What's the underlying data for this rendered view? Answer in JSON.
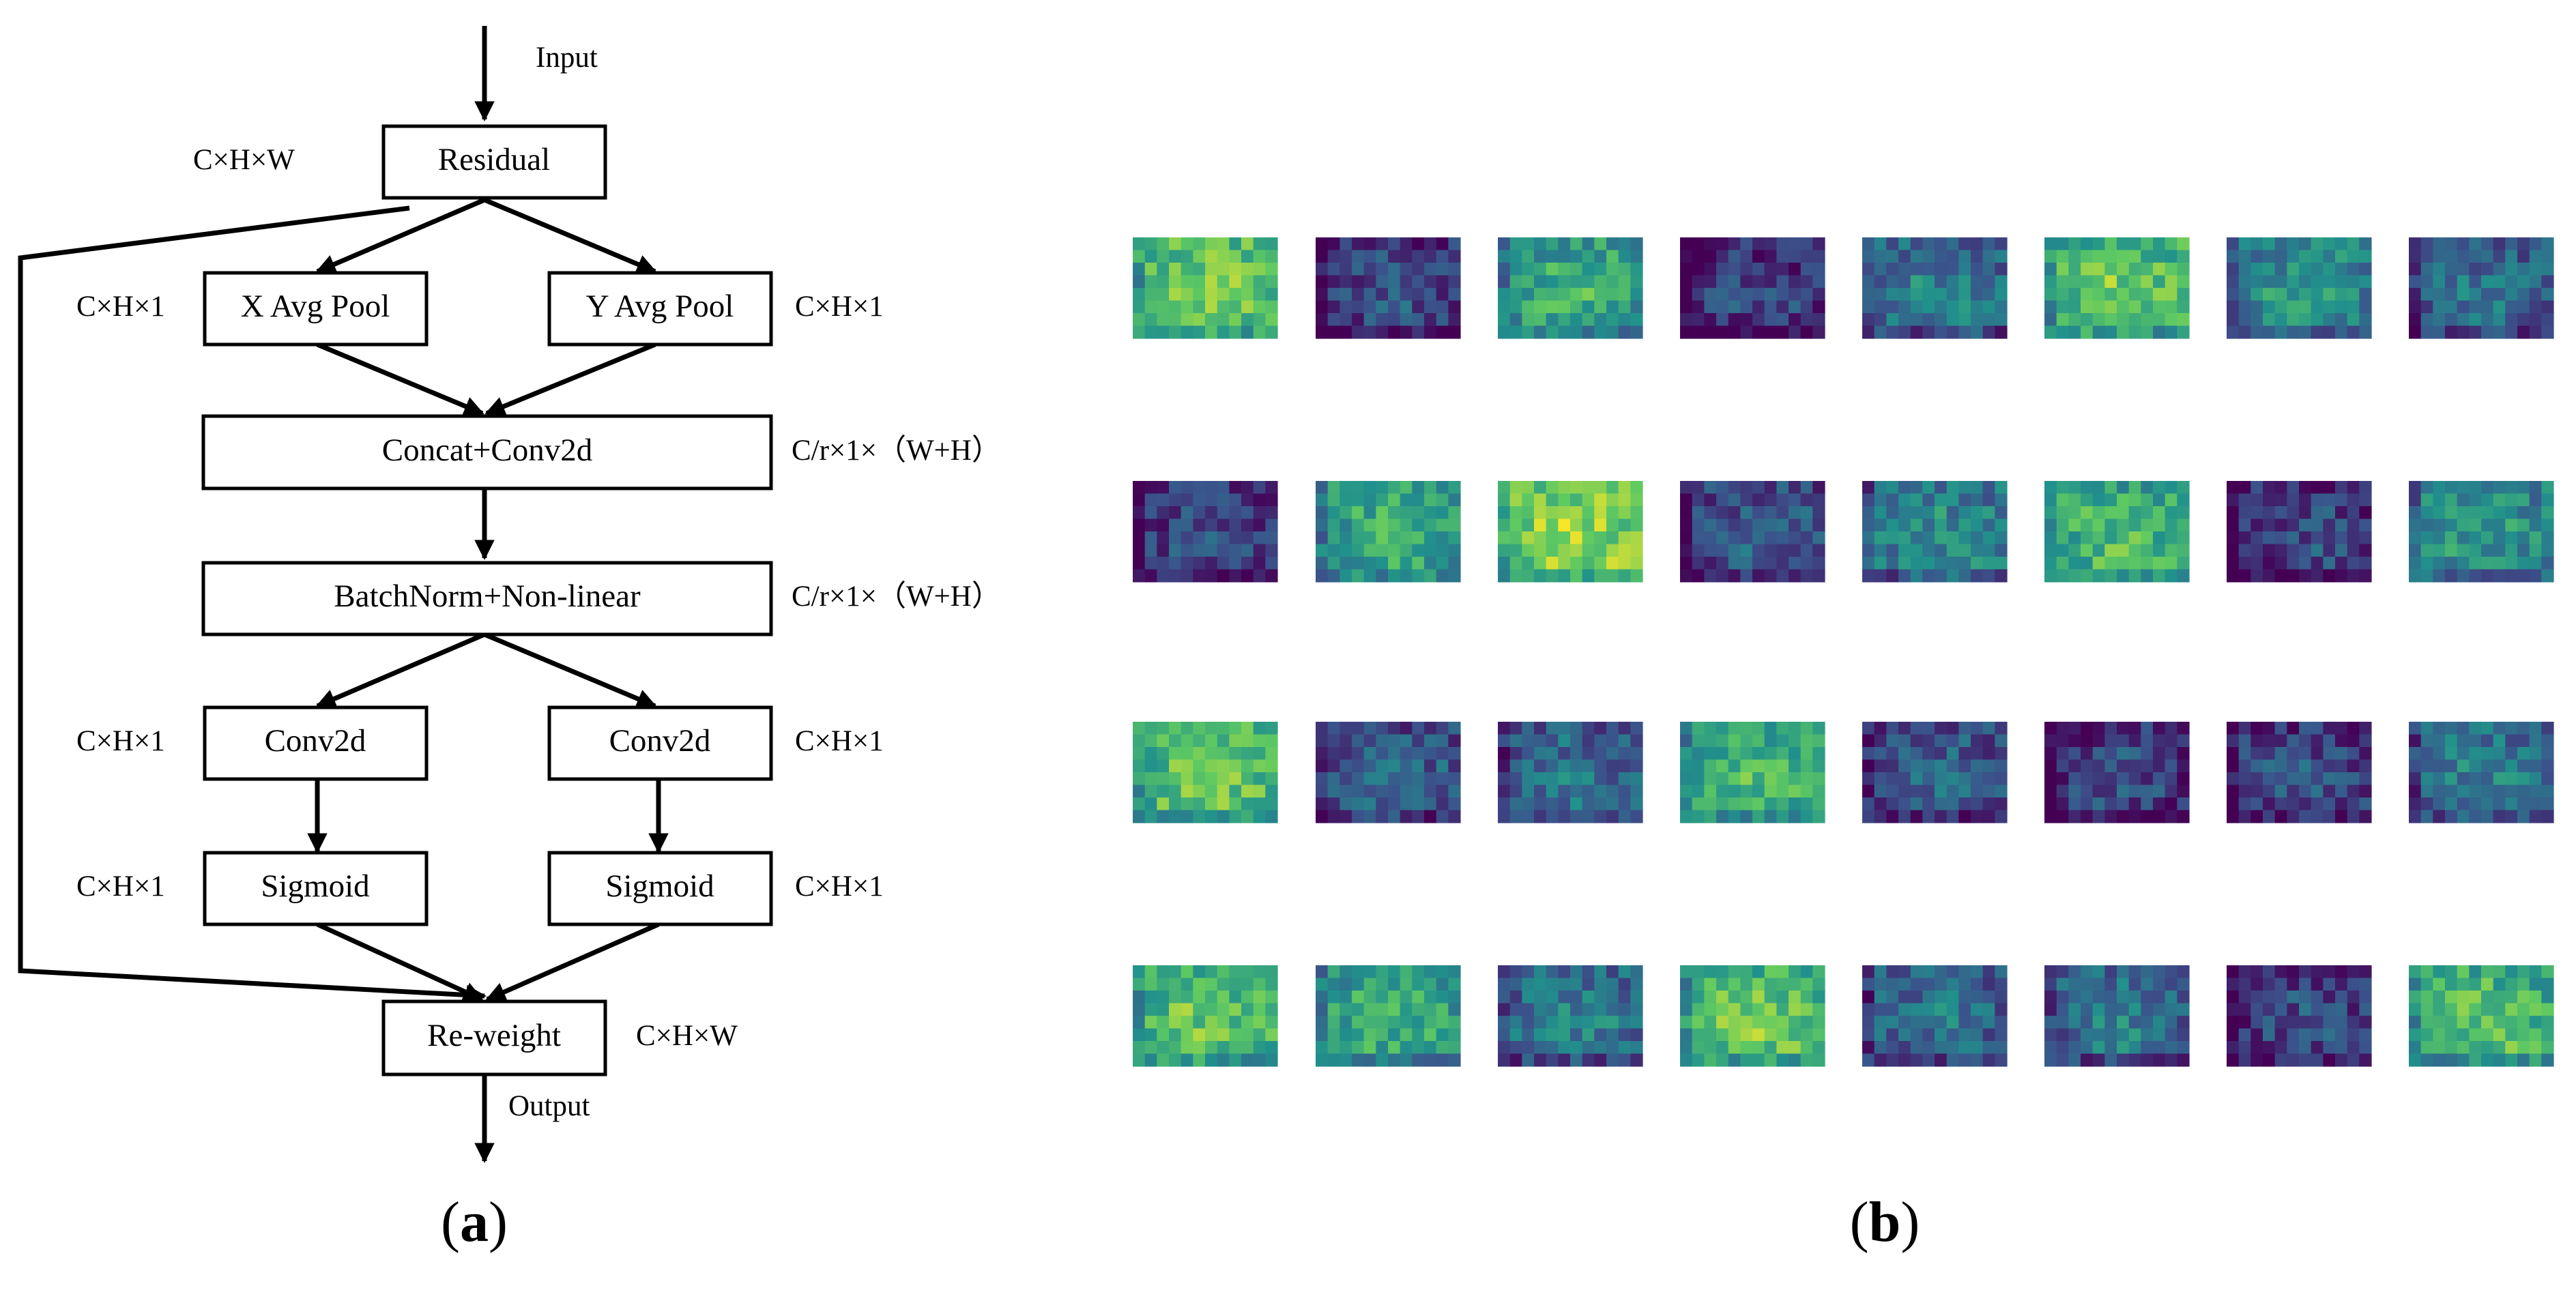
{
  "diagram": {
    "nodes": {
      "residual": "Residual",
      "x_avg_pool": "X Avg Pool",
      "y_avg_pool": "Y Avg Pool",
      "concat_conv": "Concat+Conv2d",
      "batchnorm": "BatchNorm+Non-linear",
      "conv_left": "Conv2d",
      "conv_right": "Conv2d",
      "sigmoid_left": "Sigmoid",
      "sigmoid_right": "Sigmoid",
      "reweight": "Re-weight"
    },
    "io": {
      "input": "Input",
      "output": "Output"
    },
    "shapes": {
      "residual": "C×H×W",
      "x_pool": "C×H×1",
      "y_pool": "C×H×1",
      "concat": "C/r×1×（W+H）",
      "batchnorm": "C/r×1×（W+H）",
      "conv_left": "C×H×1",
      "conv_right": "C×H×1",
      "sigmoid_left": "C×H×1",
      "sigmoid_right": "C×H×1",
      "reweight": "C×H×W"
    }
  },
  "captions": {
    "a": {
      "open": "(",
      "letter": "a",
      "close": ")"
    },
    "b": {
      "open": "(",
      "letter": "b",
      "close": ")"
    }
  },
  "heatmaps": {
    "colormap": [
      "#440154",
      "#3b528b",
      "#21918c",
      "#5ec962",
      "#fde725"
    ],
    "rows": 4,
    "cols": 8,
    "tile_brightness": [
      [
        0.65,
        0.12,
        0.5,
        0.08,
        0.3,
        0.62,
        0.4,
        0.25
      ],
      [
        0.12,
        0.5,
        0.7,
        0.18,
        0.35,
        0.55,
        0.1,
        0.4
      ],
      [
        0.62,
        0.2,
        0.25,
        0.55,
        0.2,
        0.1,
        0.12,
        0.3
      ],
      [
        0.6,
        0.5,
        0.3,
        0.62,
        0.25,
        0.28,
        0.12,
        0.58
      ]
    ]
  }
}
